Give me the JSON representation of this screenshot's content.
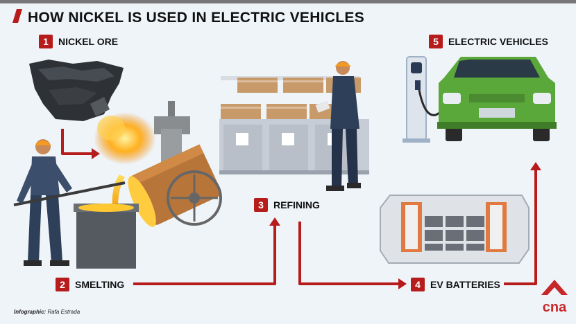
{
  "title": "HOW NICKEL IS USED IN ELECTRIC VEHICLES",
  "steps": [
    {
      "num": "1",
      "label": "NICKEL ORE"
    },
    {
      "num": "2",
      "label": "SMELTING"
    },
    {
      "num": "3",
      "label": "REFINING"
    },
    {
      "num": "4",
      "label": "EV BATTERIES"
    },
    {
      "num": "5",
      "label": "ELECTRIC VEHICLES"
    }
  ],
  "credit": {
    "prefix": "Infographic:",
    "author": "Rafa Estrada"
  },
  "logo": "cna",
  "colors": {
    "accent": "#b71c1c",
    "background": "#eaf1f7",
    "car": "#5aa83a"
  }
}
